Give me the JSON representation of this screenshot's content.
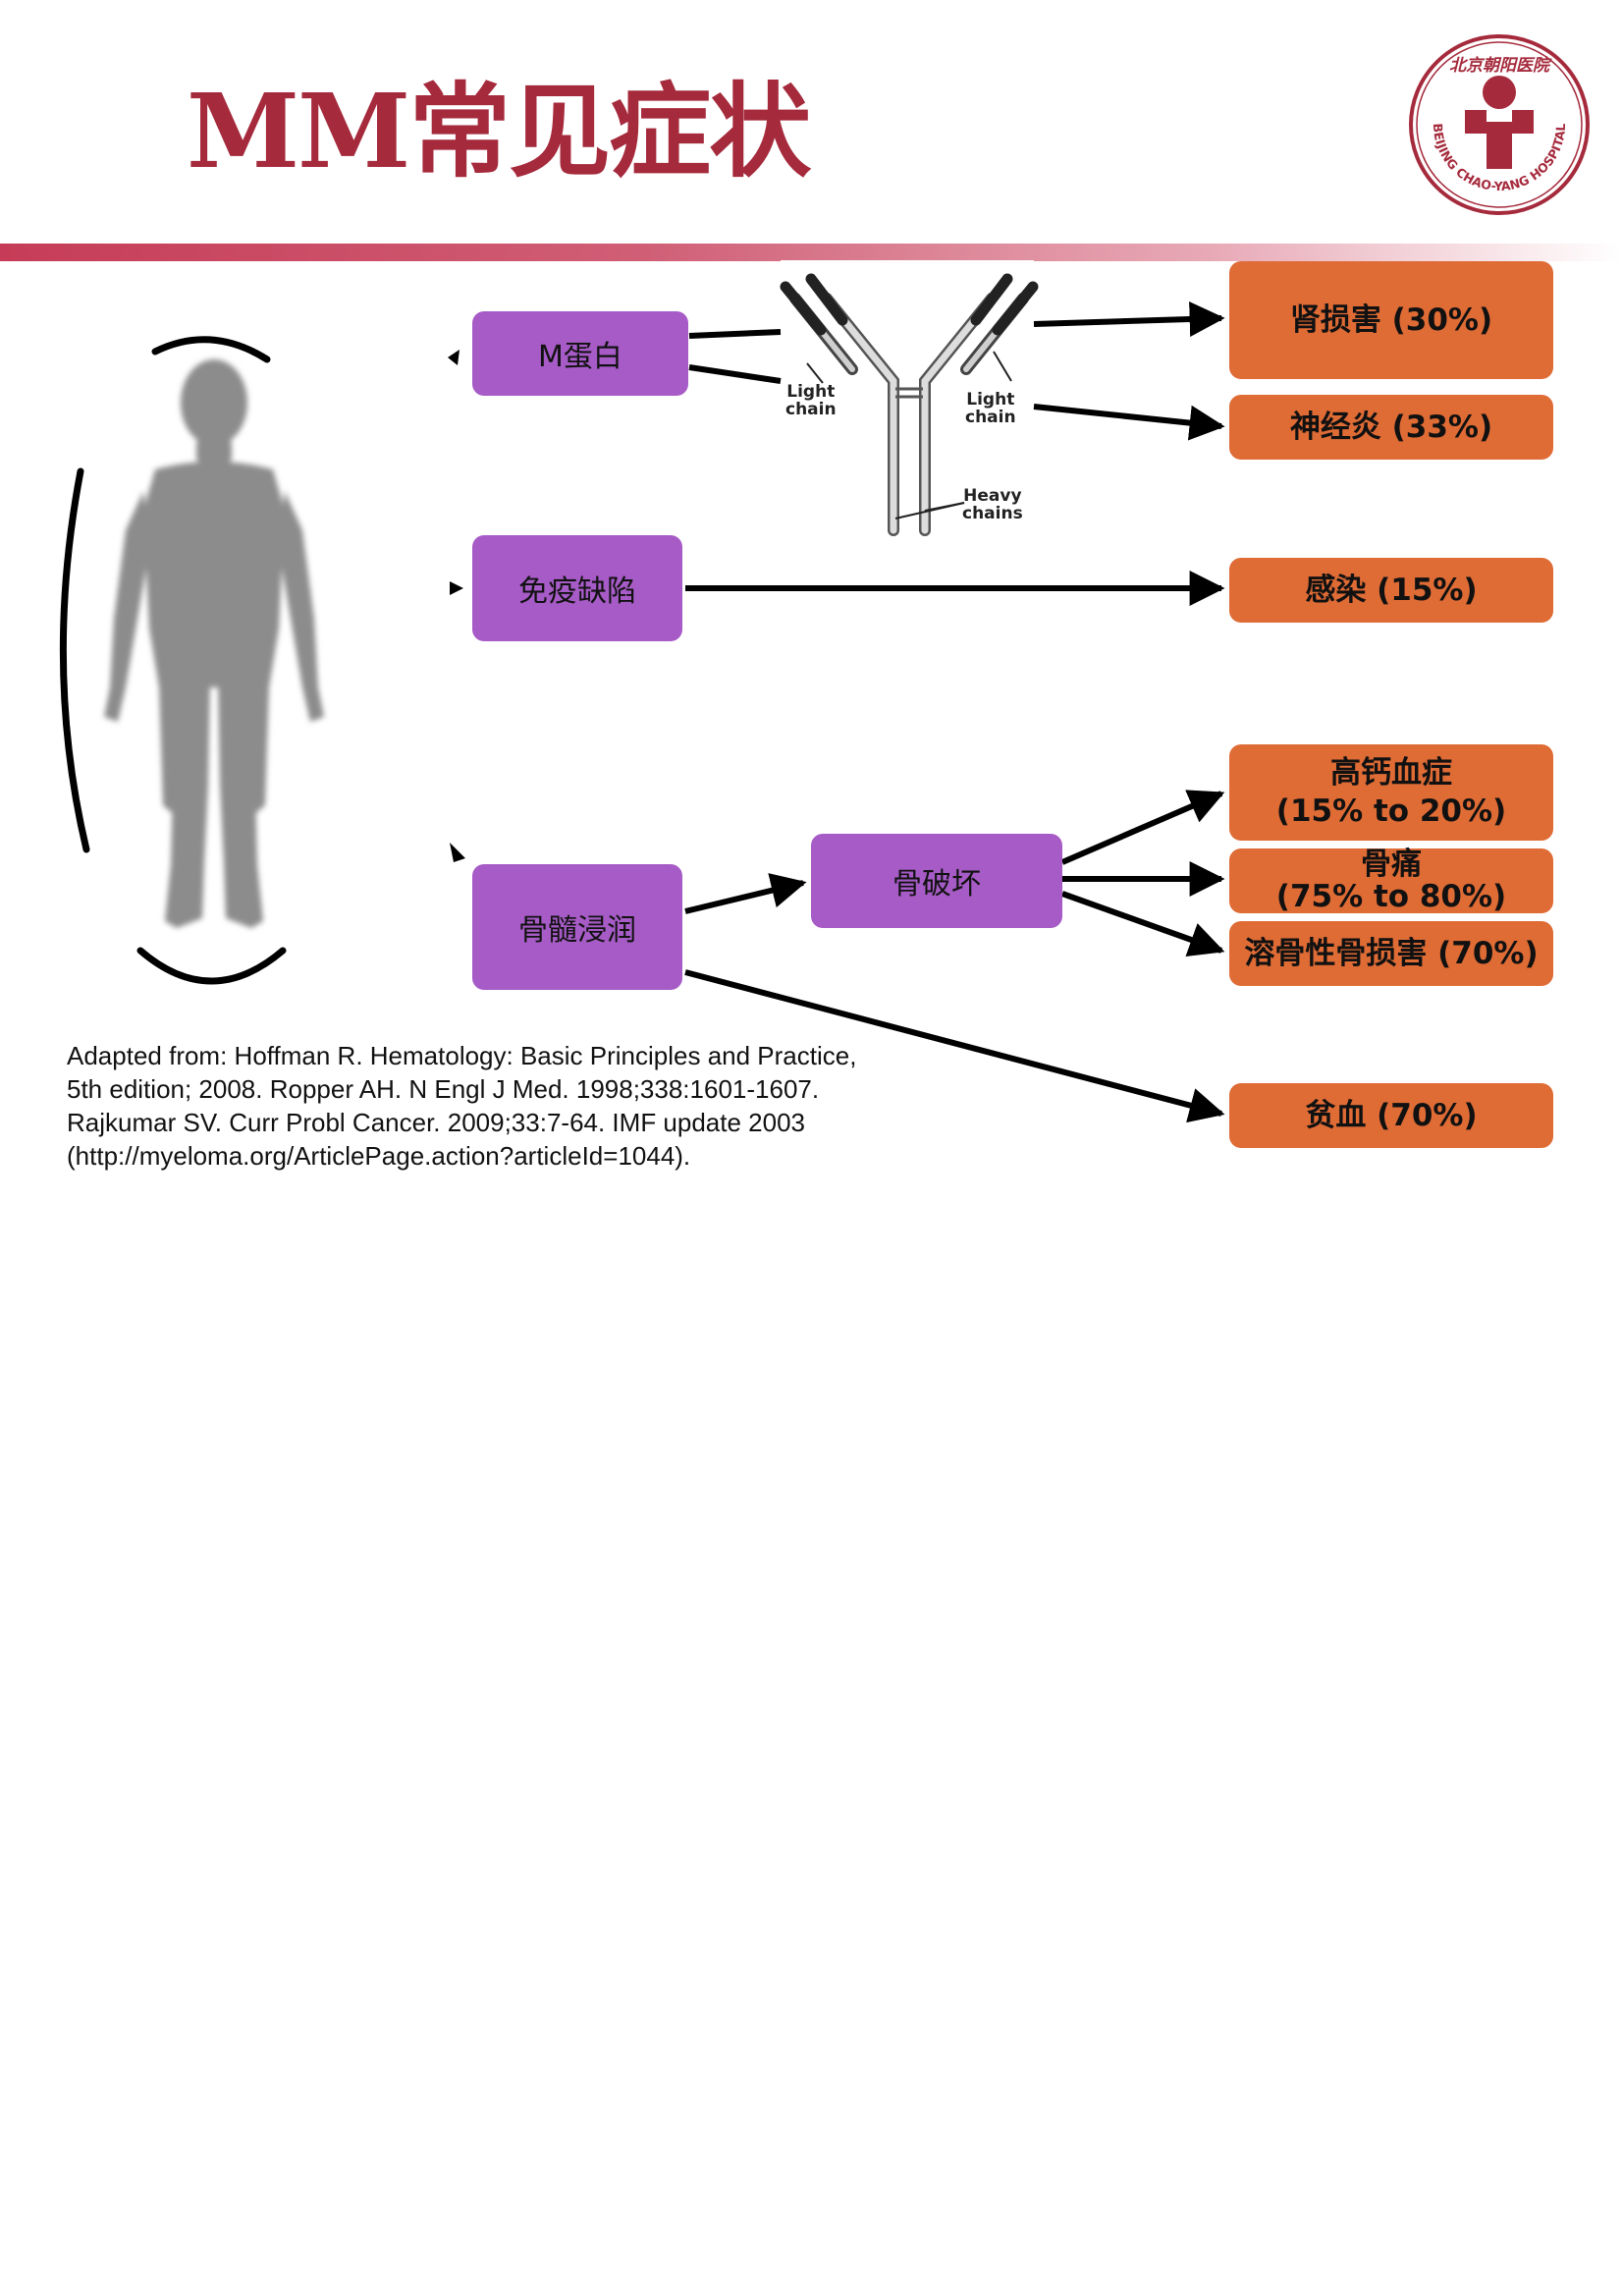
{
  "title": "MM常见症状",
  "logo": {
    "en_text": "BEIJING CHAO-YANG HOSPITAL",
    "cn_text": "北京朝阳医院",
    "color": "#a52a3c"
  },
  "colors": {
    "title": "#a52a3c",
    "purple_box": "#a65bc6",
    "orange_box": "#df6b35",
    "arrow": "#000000",
    "figure": "#8c8c8c"
  },
  "mechanisms": {
    "m_protein": "M蛋白",
    "immunodeficiency": "免疫缺陷",
    "marrow_infiltration": "骨髓浸润",
    "bone_destruction": "骨破坏"
  },
  "antibody_labels": {
    "light_chain_left": [
      "Light",
      "chain"
    ],
    "light_chain_right": [
      "Light",
      "chain"
    ],
    "heavy_chains": [
      "Heavy",
      "chains"
    ]
  },
  "outcomes": {
    "renal": "肾损害 (30%)",
    "neuropathy": "神经炎 (33%)",
    "infection": "感染 (15%)",
    "hypercalcemia": [
      "高钙血症",
      "(15% to 20%)"
    ],
    "bone_pain": [
      "骨痛",
      "(75% to 80%)"
    ],
    "lytic_lesions": "溶骨性骨损害 (70%)",
    "anemia": "贫血 (70%)"
  },
  "citation": [
    "Adapted from: Hoffman R. Hematology: Basic Principles and Practice,",
    "5th edition; 2008. Ropper AH. N Engl J Med. 1998;338:1601-1607.",
    "Rajkumar SV. Curr Probl Cancer. 2009;33:7-64. IMF update 2003",
    "(http://myeloma.org/ArticlePage.action?articleId=1044)."
  ]
}
